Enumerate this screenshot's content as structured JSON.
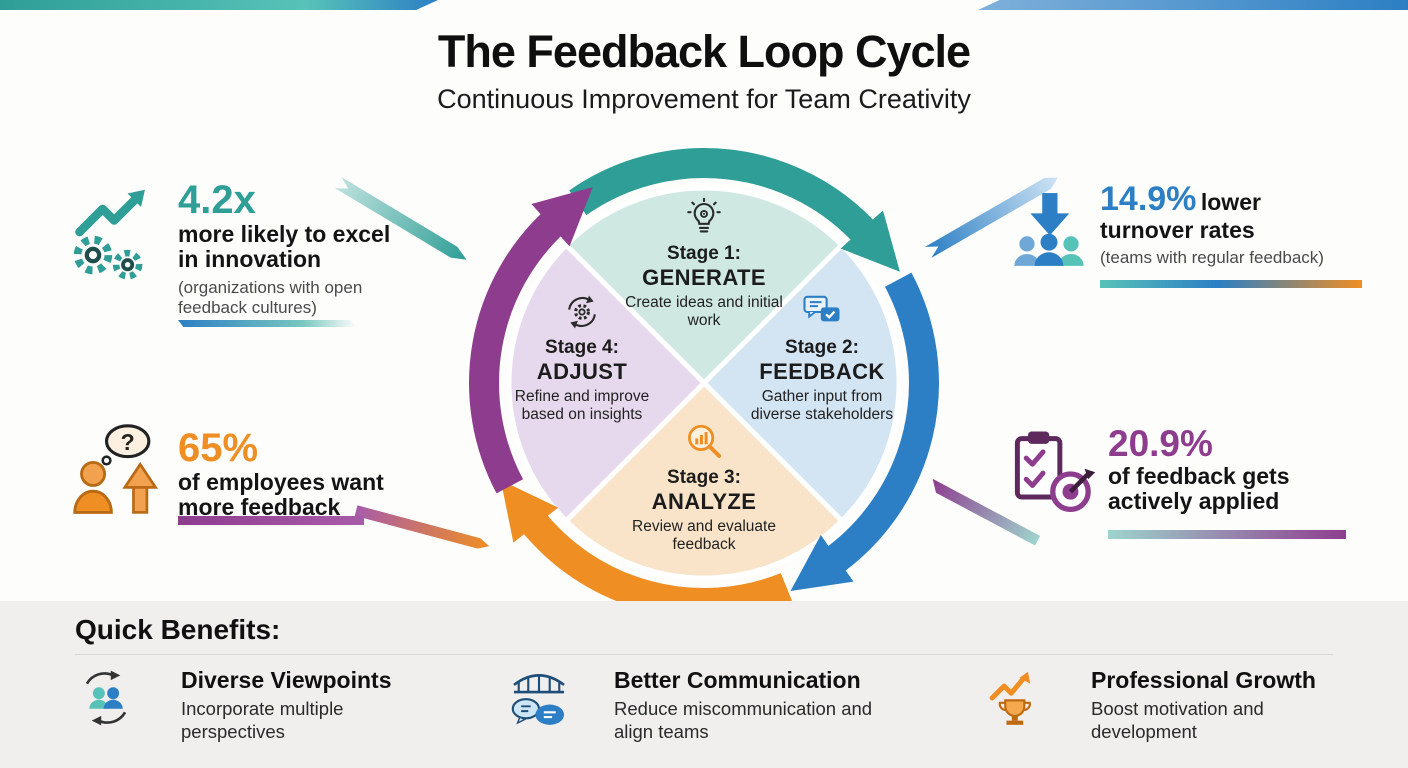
{
  "header": {
    "title": "The Feedback Loop Cycle",
    "subtitle": "Continuous Improvement for Team Creativity"
  },
  "cycle": {
    "stages": [
      {
        "label": "Stage 1:",
        "name": "GENERATE",
        "desc": "Create ideas and initial work"
      },
      {
        "label": "Stage 2:",
        "name": "FEEDBACK",
        "desc": "Gather input from diverse stakeholders"
      },
      {
        "label": "Stage 3:",
        "name": "ANALYZE",
        "desc": "Review and evaluate feedback"
      },
      {
        "label": "Stage 4:",
        "name": "ADJUST",
        "desc": "Refine and improve based on insights"
      }
    ],
    "colors": {
      "teal": "#2E9E96",
      "blue": "#2C7FC4",
      "orange": "#EF8E23",
      "purple": "#8E3D8E",
      "wedge_generate": "#CFE9E2",
      "wedge_feedback": "#D3E4F3",
      "wedge_analyze": "#FAE4C9",
      "wedge_adjust": "#E7D9ED"
    }
  },
  "stats": {
    "innovation": {
      "value": "4.2x",
      "text": "more likely to excel in innovation",
      "note": "(organizations with open feedback cultures)",
      "color": "#2E9E96"
    },
    "turnover": {
      "value": "14.9%",
      "text_inline": "lower",
      "text2": "turnover rates",
      "note": "(teams with regular feedback)",
      "color": "#2C7FC4"
    },
    "employees": {
      "value": "65%",
      "text": "of employees want more feedback",
      "thought_mark": "?",
      "color": "#EF8E23"
    },
    "applied": {
      "value": "20.9%",
      "text": "of feedback gets actively applied",
      "color": "#8E3D8E"
    }
  },
  "benefits": {
    "heading": "Quick Benefits:",
    "items": [
      {
        "title": "Diverse Viewpoints",
        "desc": "Incorporate multiple perspectives"
      },
      {
        "title": "Better Communication",
        "desc": "Reduce miscommunication and align teams"
      },
      {
        "title": "Professional Growth",
        "desc": "Boost motivation and development"
      }
    ]
  }
}
